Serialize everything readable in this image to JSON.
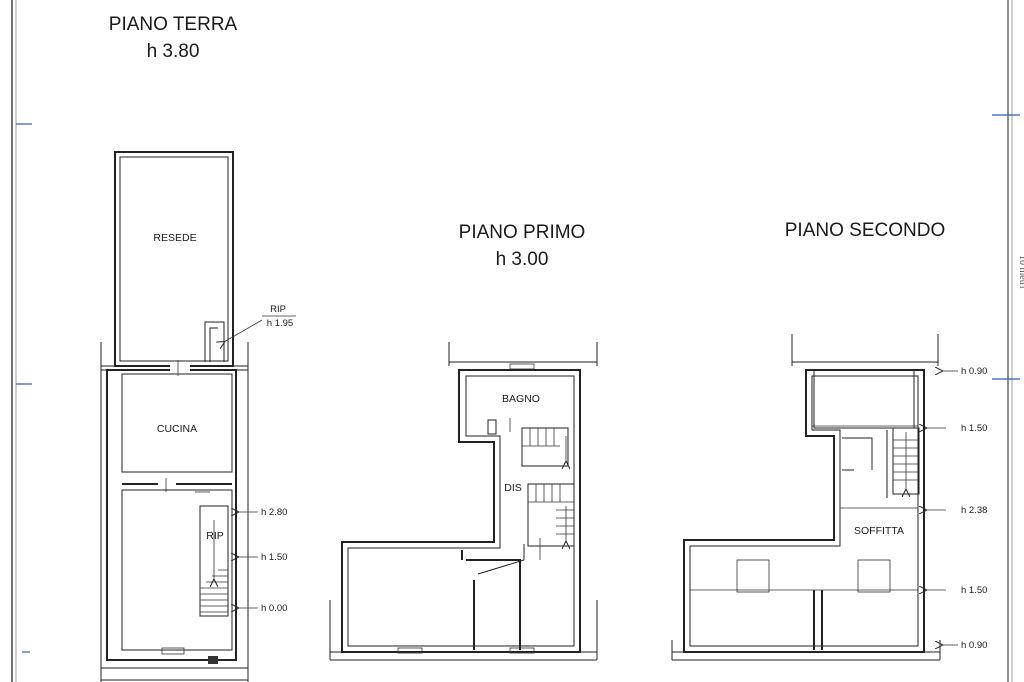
{
  "ground_floor": {
    "title": "PIANO TERRA",
    "height": "h 3.80",
    "rooms": {
      "resede": "RESEDE",
      "cucina": "CUCINA",
      "rip": "RIP"
    },
    "rip_label": {
      "name": "RIP",
      "height": "h 1.95"
    },
    "levels": [
      "h 2.80",
      "h 1.50",
      "h 0.00"
    ]
  },
  "first_floor": {
    "title": "PIANO PRIMO",
    "height": "h 3.00",
    "rooms": {
      "bagno": "BAGNO",
      "dis": "DIS"
    }
  },
  "second_floor": {
    "title": "PIANO SECONDO",
    "rooms": {
      "soffitta": "SOFFITTA"
    },
    "levels": [
      "h 0.90",
      "h 1.50",
      "h 2.38",
      "h 1.50",
      "h 0.90"
    ]
  },
  "colors": {
    "ink": "#1a1a1a",
    "axis_marks": "#2b5fb0"
  }
}
